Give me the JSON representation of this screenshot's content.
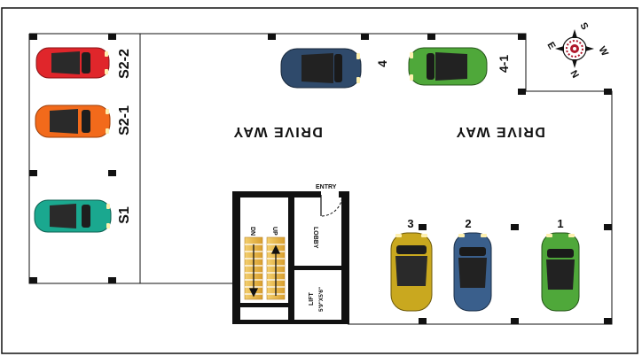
{
  "plan": {
    "labels": {
      "drive_way_left": "DRIVE WAY",
      "drive_way_right": "DRIVE WAY",
      "entry": "ENTRY",
      "lobby": "LOBBY",
      "lift": "LIFT",
      "lift_size": "5'9\"X5'6\"",
      "stair_dn": "DN",
      "stair_up": "UP"
    },
    "slots": {
      "s2_2": "S2-2",
      "s2_1": "S2-1",
      "s1": "S1",
      "p4": "4",
      "p4_1": "4-1",
      "p3": "3",
      "p2": "2",
      "p1": "1"
    },
    "compass": {
      "n": "N",
      "e": "E",
      "s": "S",
      "w": "W"
    },
    "colors": {
      "red_car": "#e0262b",
      "orange_car": "#f26a1b",
      "teal_car": "#1aa88f",
      "navy_car": "#2f4a6b",
      "green_car": "#4fa83a",
      "yellow_car": "#c9a81f",
      "blue_car": "#3a5f8c",
      "stair_yellow": "#e8b84a"
    }
  }
}
